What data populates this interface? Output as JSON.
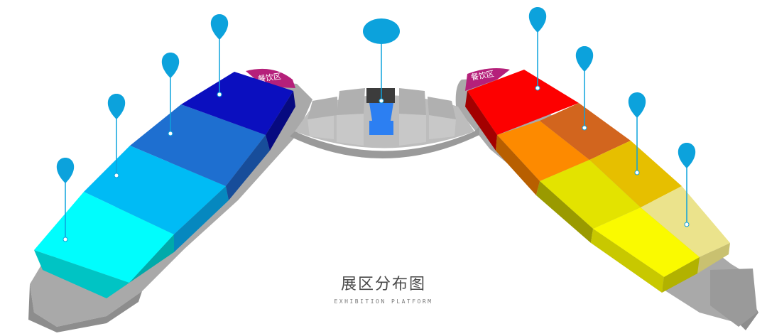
{
  "title": "展区分布图",
  "subtitle": "EXHIBITION  PLATFORM",
  "dining_label": "餐饮区",
  "colors": {
    "platform": "#a9a9a9",
    "platform_dark": "#8a8a8a",
    "dining": "#b5207a",
    "pin": "#0ca2dc",
    "zone_cyan": "#00fdfd",
    "zone_skyblue": "#00bbf5",
    "zone_blue": "#1e6fd0",
    "zone_navy": "#0b0fbf",
    "zone_red": "#fd0000",
    "zone_rust": "#d2651e",
    "zone_orange": "#fd8a00",
    "zone_gold": "#e6bf00",
    "zone_yellow_dim": "#e3e300",
    "zone_cream": "#ebe38c",
    "zone_yellow": "#fafa00",
    "center_booth": "#2c7ff2"
  },
  "icons": {
    "pin": "map-pin-icon",
    "center_marker": "oval-marker-icon"
  }
}
